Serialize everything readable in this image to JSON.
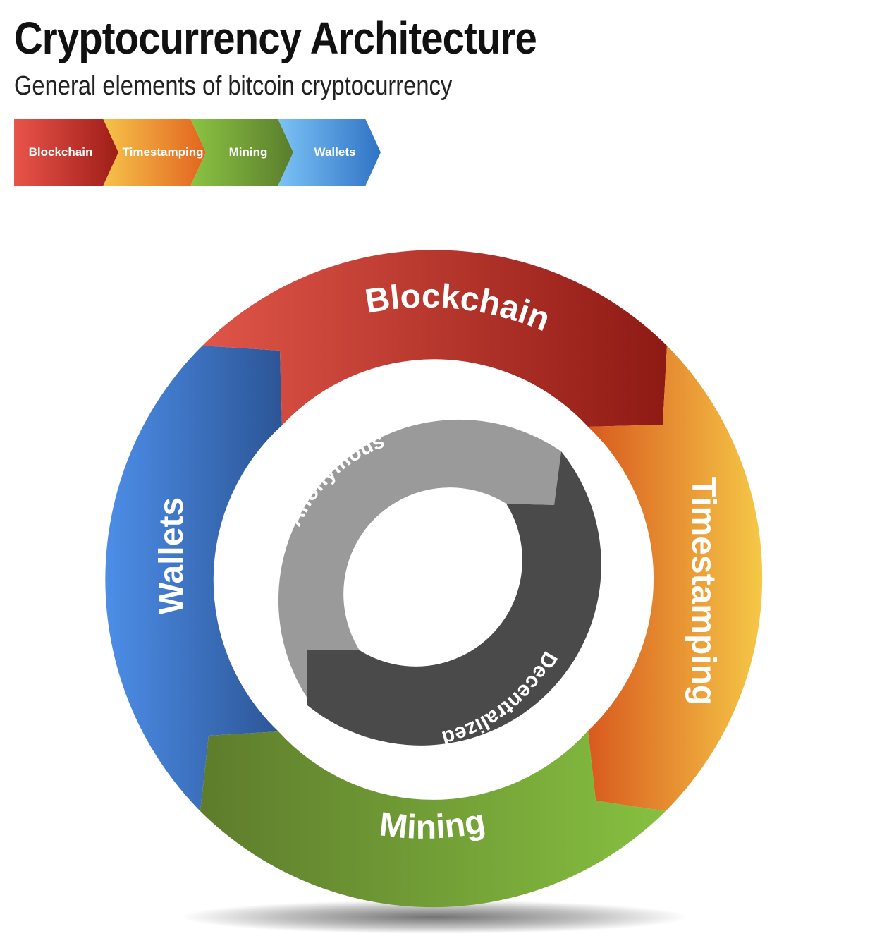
{
  "title": "Cryptocurrency Architecture",
  "subtitle": "General elements of bitcoin cryptocurrency",
  "legend": [
    {
      "label": "Blockchain",
      "color_light": "#e9544a",
      "color_dark": "#9e1d17"
    },
    {
      "label": "Timestamping",
      "color_light": "#f6c34a",
      "color_dark": "#e2641f"
    },
    {
      "label": "Mining",
      "color_light": "#8bc443",
      "color_dark": "#5a7d2c"
    },
    {
      "label": "Wallets",
      "color_light": "#7cc3f6",
      "color_dark": "#2f73c4"
    }
  ],
  "outer_ring": {
    "blockchain": {
      "label": "Blockchain",
      "color_light": "#e05548",
      "color_dark": "#8e1a14"
    },
    "timestamping": {
      "label": "Timestamping",
      "color_light": "#f6c847",
      "color_dark": "#d85a1e"
    },
    "mining": {
      "label": "Mining",
      "color_light": "#86c040",
      "color_dark": "#5e7c2c"
    },
    "wallets": {
      "label": "Wallets",
      "color_light": "#4d8ee8",
      "color_dark": "#2c5596"
    }
  },
  "inner_ring": {
    "anonymous": {
      "label": "Anonymous",
      "color": "#9a9a9a"
    },
    "decentralized": {
      "label": "Decentralized",
      "color": "#4a4a4a"
    }
  }
}
